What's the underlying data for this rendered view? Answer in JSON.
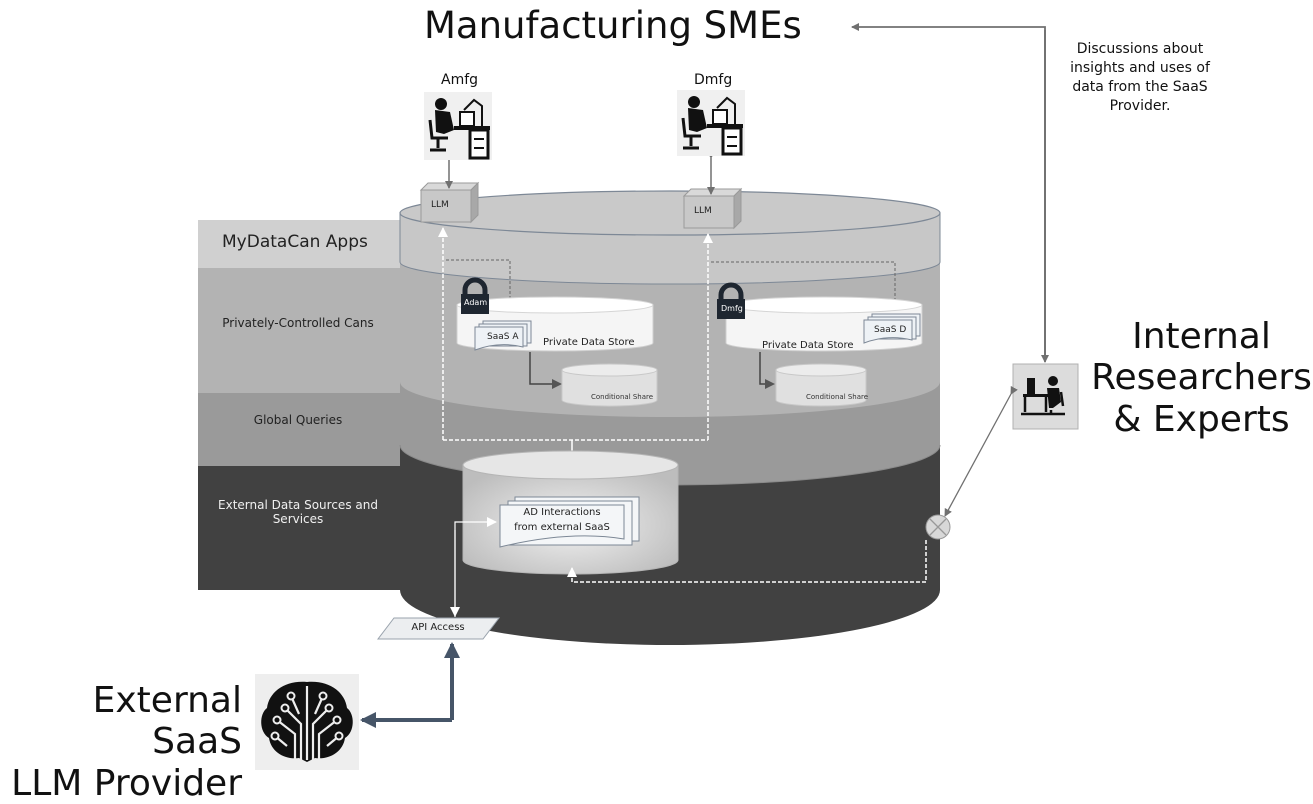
{
  "diagram": {
    "title": "Manufacturing SMEs",
    "colors": {
      "layer_apps": "#d0d0d0",
      "layer_private": "#b3b3b3",
      "layer_global": "#9a9a9a",
      "layer_external": "#414141",
      "arrow_main": "#465568",
      "arrow_gray": "#707070",
      "lock": "#1e2630"
    },
    "users": [
      {
        "label": "Amfg",
        "icon": "worker-at-desk-icon"
      },
      {
        "label": "Dmfg",
        "icon": "worker-at-desk-icon"
      }
    ],
    "llm_boxes": [
      "LLM",
      "LLM"
    ],
    "layers": [
      {
        "label": "MyDataCan Apps"
      },
      {
        "label": "Privately-Controlled Cans"
      },
      {
        "label": "Global Queries"
      },
      {
        "label": "External Data Sources and Services"
      }
    ],
    "private_cans": [
      {
        "lock_label": "Adam",
        "doc_label": "SaaS  A",
        "store_label": "Private Data Store",
        "share_label": "Conditional Share"
      },
      {
        "lock_label": "Dmfg",
        "doc_label": "SaaS  D",
        "store_label": "Private Data Store",
        "share_label": "Conditional Share"
      }
    ],
    "external_store": {
      "line1": "AD Interactions",
      "line2": "from external SaaS"
    },
    "api_access": "API Access",
    "external_provider": {
      "line1": "External SaaS",
      "line2": "LLM Provider",
      "icon": "circuit-brain-icon"
    },
    "researchers": {
      "line1": "Internal",
      "line2": "Researchers",
      "line3": "& Experts",
      "icon": "researcher-at-computer-icon"
    },
    "discussion_note": {
      "line1": "Discussions about",
      "line2": "insights and uses of",
      "line3": "data from the SaaS",
      "line4": "Provider."
    }
  }
}
